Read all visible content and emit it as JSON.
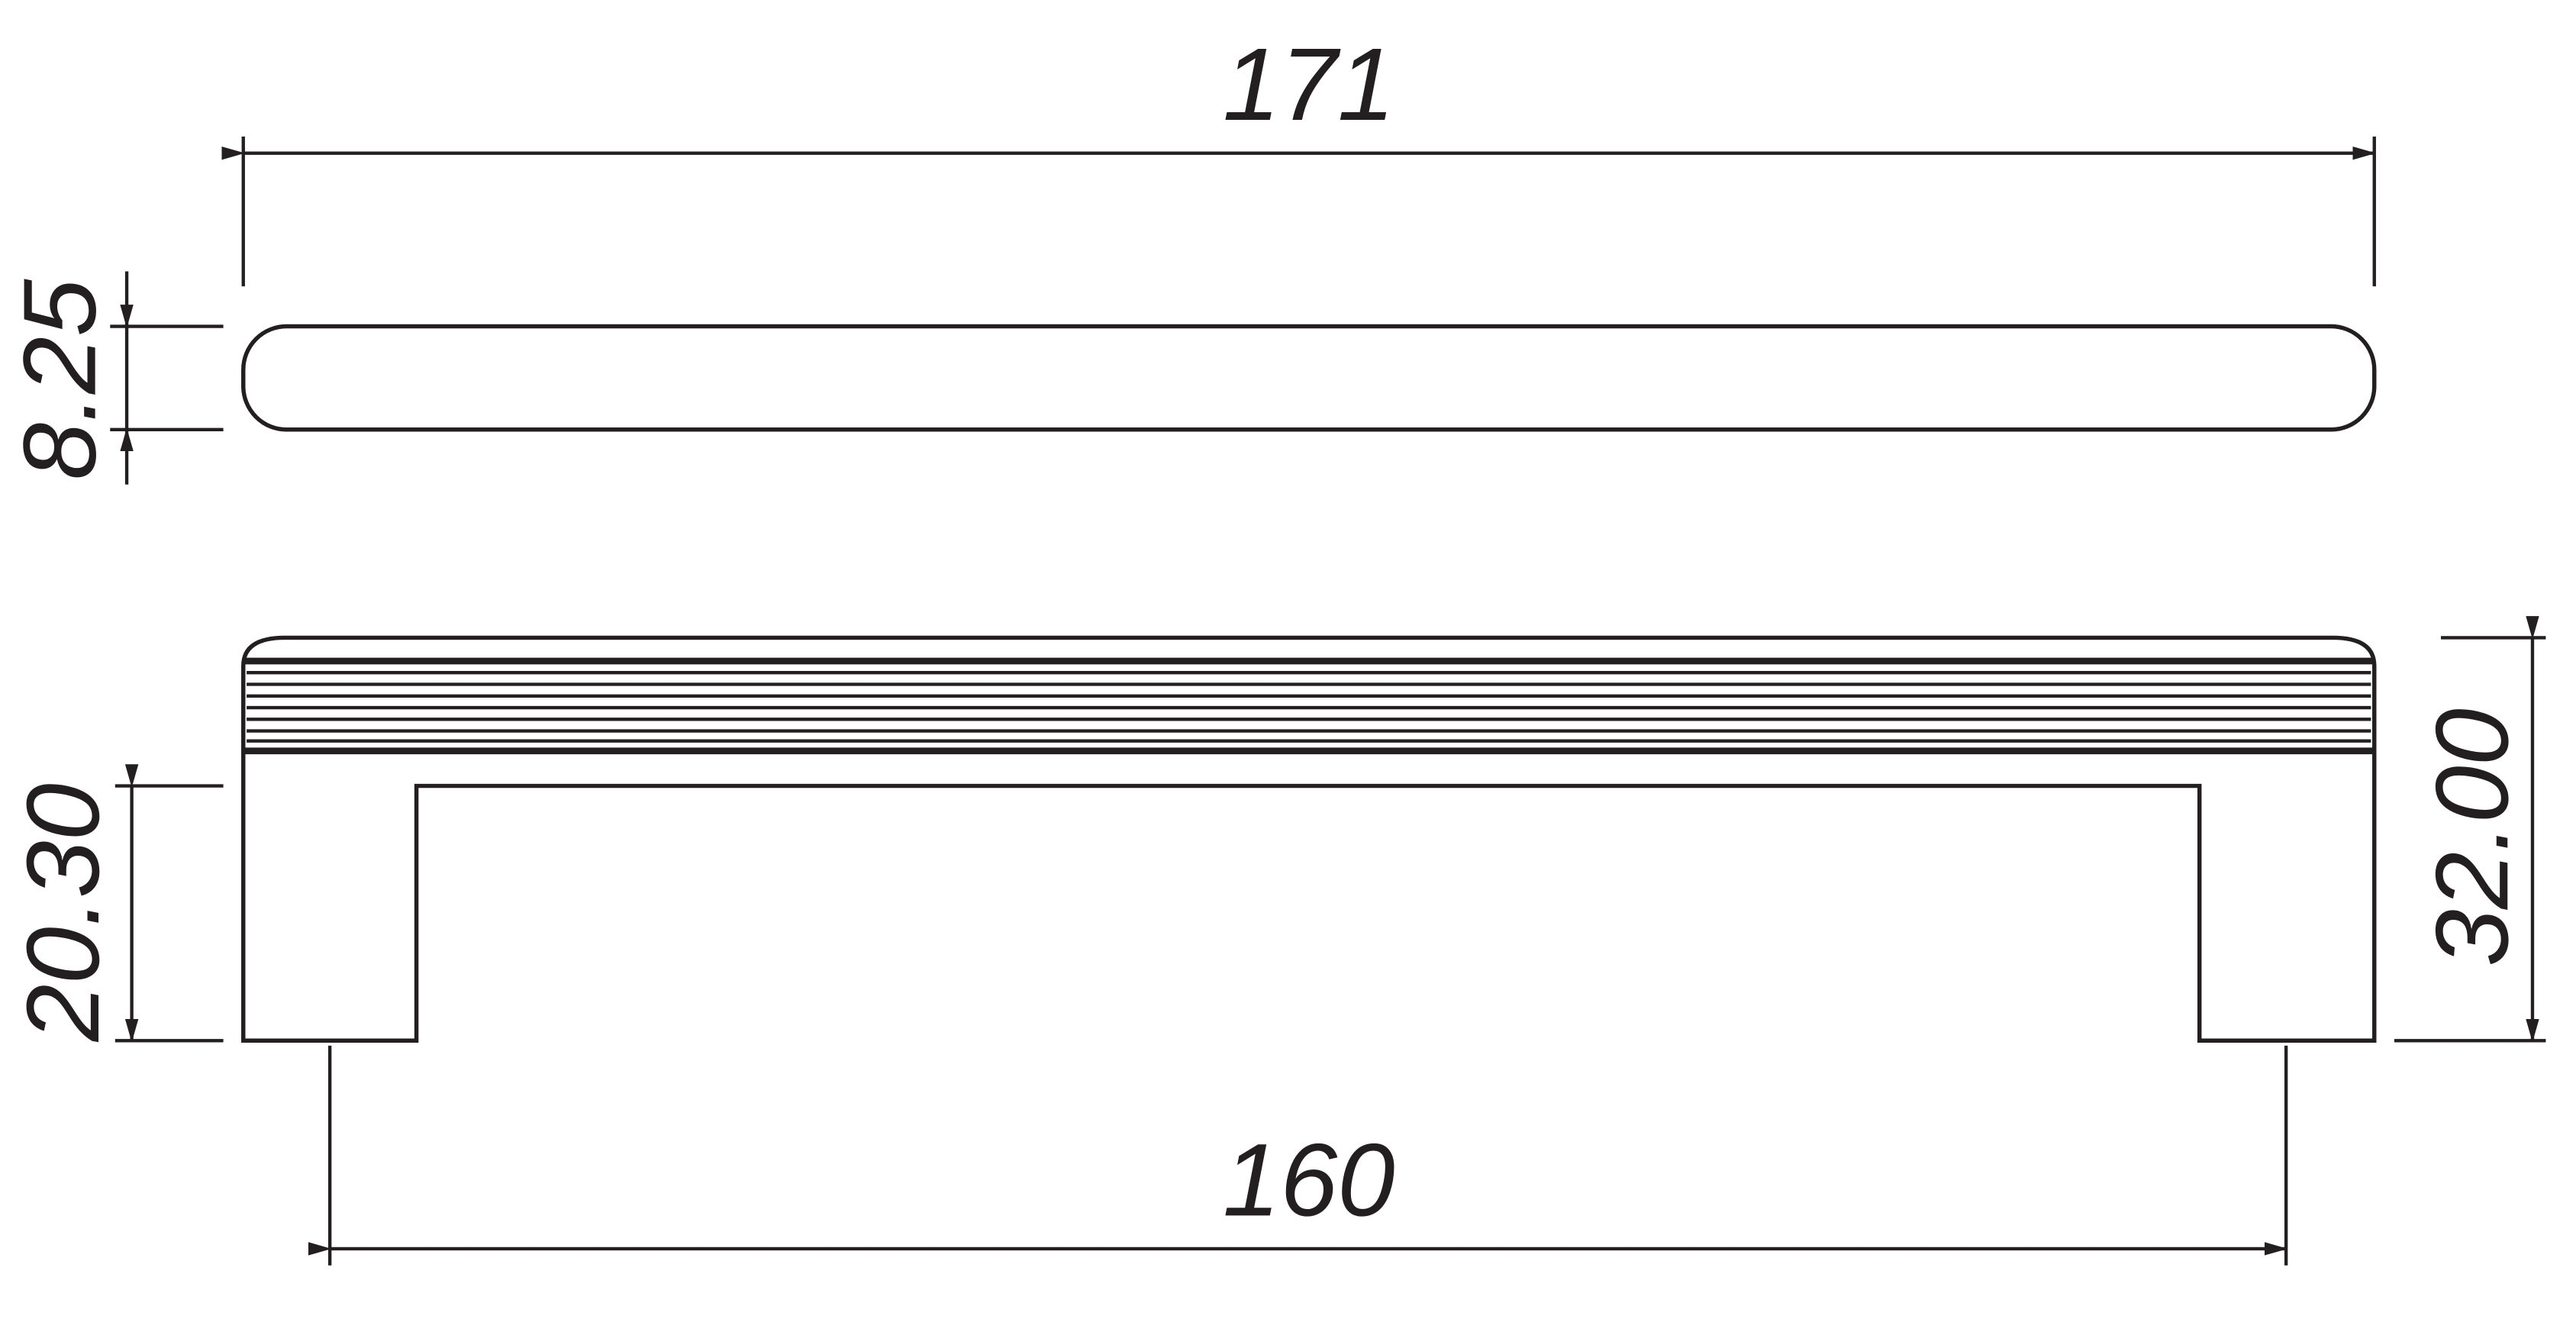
{
  "drawing": {
    "title": "Cabinet handle dimension drawing",
    "dimensions": {
      "overall_length": "171",
      "thickness": "8.25",
      "leg_height": "20.30",
      "total_height": "32.00",
      "hole_spacing": "160"
    },
    "line_color": "#231f20"
  }
}
